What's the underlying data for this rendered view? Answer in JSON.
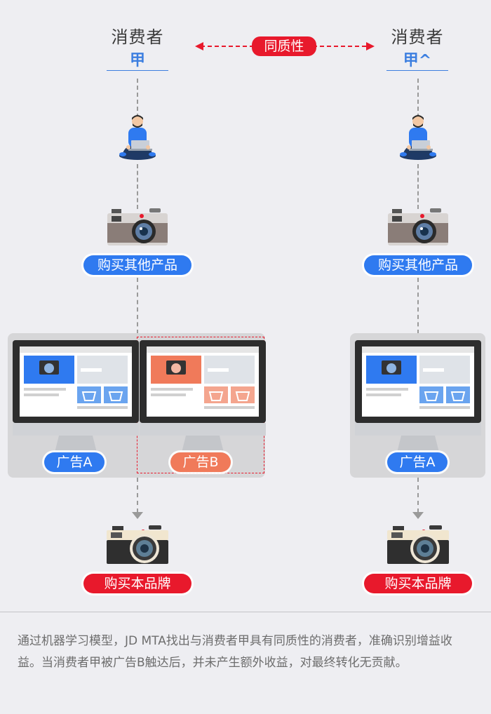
{
  "consumer_left": {
    "title": "消费者",
    "id": "甲"
  },
  "consumer_right": {
    "title": "消费者",
    "id": "甲^"
  },
  "similarity_label": "同质性",
  "left_flow": {
    "purchase_other": "购买其他产品",
    "ad_a": "广告A",
    "ad_b": "广告B",
    "purchase_brand": "购买本品牌"
  },
  "right_flow": {
    "purchase_other": "购买其他产品",
    "ad_a": "广告A",
    "purchase_brand": "购买本品牌"
  },
  "caption": "通过机器学习模型，JD MTA找出与消费者甲具有同质性的消费者，准确识别增益收益。当消费者甲被广告B触达后，并未产生额外收益，对最终转化无贡献。",
  "colors": {
    "blue": "#2f7af0",
    "red": "#e8192c",
    "salmon": "#f07a5a"
  },
  "icons": [
    "person-laptop-icon",
    "camera-icon",
    "monitor-icon",
    "arrow-icon"
  ]
}
